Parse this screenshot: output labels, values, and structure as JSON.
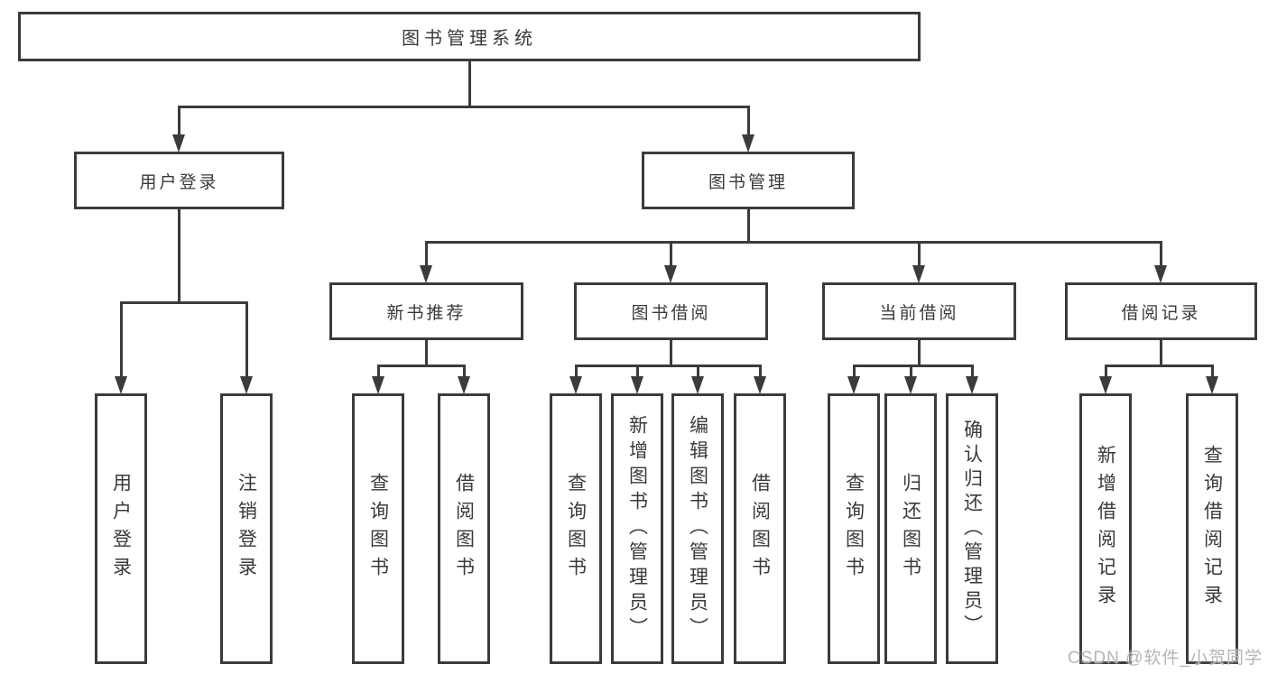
{
  "diagram": {
    "title": "图书管理系统",
    "watermark": "CSDN @软件_小贺同学",
    "colors": {
      "line": "#3b3b3b",
      "text": "#3a3a3a",
      "watermark": "#b5b5b5",
      "background": "#ffffff"
    },
    "nodes": {
      "root": {
        "label": "图书管理系统"
      },
      "login": {
        "label": "用户登录"
      },
      "mgmt": {
        "label": "图书管理"
      },
      "user_login": {
        "label": "用户登录"
      },
      "logout": {
        "label": "注销登录"
      },
      "new_book": {
        "label": "新书推荐"
      },
      "borrow": {
        "label": "图书借阅"
      },
      "current": {
        "label": "当前借阅"
      },
      "records": {
        "label": "借阅记录"
      },
      "nb_query": {
        "label": "查询图书"
      },
      "nb_borrow": {
        "label": "借阅图书"
      },
      "b_query": {
        "label": "查询图书"
      },
      "b_add": {
        "label": "新增图书（管理员）"
      },
      "b_edit": {
        "label": "编辑图书（管理员）"
      },
      "b_borrow": {
        "label": "借阅图书"
      },
      "c_query": {
        "label": "查询图书"
      },
      "c_return": {
        "label": "归还图书"
      },
      "c_confirm": {
        "label": "确认归还（管理员）"
      },
      "r_add": {
        "label": "新增借阅记录"
      },
      "r_query": {
        "label": "查询借阅记录"
      }
    },
    "edges": [
      [
        "root",
        "login"
      ],
      [
        "root",
        "mgmt"
      ],
      [
        "login",
        "user_login"
      ],
      [
        "login",
        "logout"
      ],
      [
        "mgmt",
        "new_book"
      ],
      [
        "mgmt",
        "borrow"
      ],
      [
        "mgmt",
        "current"
      ],
      [
        "mgmt",
        "records"
      ],
      [
        "new_book",
        "nb_query"
      ],
      [
        "new_book",
        "nb_borrow"
      ],
      [
        "borrow",
        "b_query"
      ],
      [
        "borrow",
        "b_add"
      ],
      [
        "borrow",
        "b_edit"
      ],
      [
        "borrow",
        "b_borrow"
      ],
      [
        "current",
        "c_query"
      ],
      [
        "current",
        "c_return"
      ],
      [
        "current",
        "c_confirm"
      ],
      [
        "records",
        "r_add"
      ],
      [
        "records",
        "r_query"
      ]
    ]
  }
}
